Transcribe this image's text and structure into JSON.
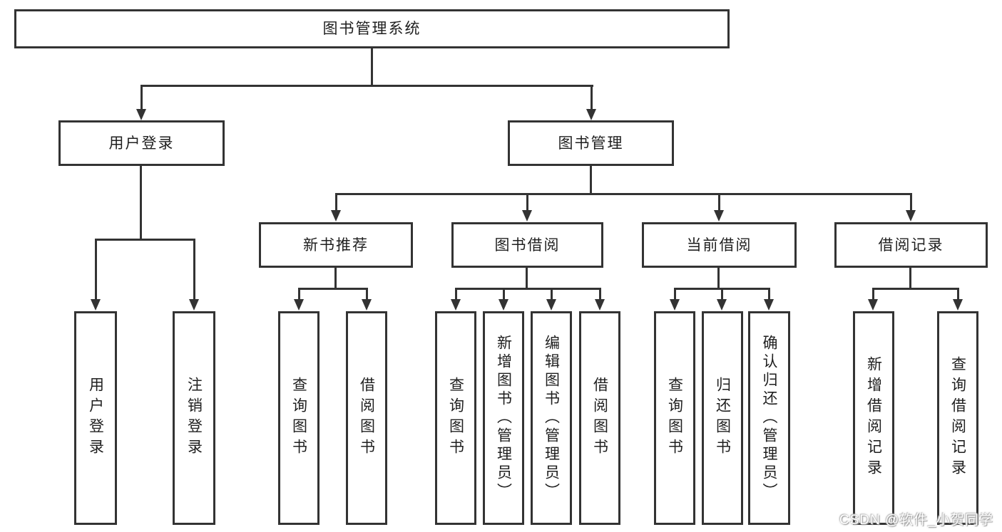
{
  "diagram": {
    "nodes": {
      "root": "图书管理系统",
      "user_login": "用户登录",
      "book_mgmt": "图书管理",
      "new_book_rec": "新书推荐",
      "book_borrow": "图书借阅",
      "current_borrow": "当前借阅",
      "borrow_records": "借阅记录",
      "leaf_user_login": "用户登录",
      "leaf_logout": "注销登录",
      "leaf_query_book_1": "查询图书",
      "leaf_borrow_book_1": "借阅图书",
      "leaf_query_book_2": "查询图书",
      "leaf_add_book": "新增图书（管理员）",
      "leaf_edit_book": "编辑图书（管理员）",
      "leaf_borrow_book_2": "借阅图书",
      "leaf_query_book_3": "查询图书",
      "leaf_return_book": "归还图书",
      "leaf_confirm_return": "确认归还（管理员）",
      "leaf_add_borrow_record": "新增借阅记录",
      "leaf_query_borrow_record": "查询借阅记录"
    },
    "colors": {
      "line": "#333333",
      "text": "#1f1f1f",
      "background": "#ffffff"
    }
  },
  "watermark": "CSDN @软件_小贺同学"
}
